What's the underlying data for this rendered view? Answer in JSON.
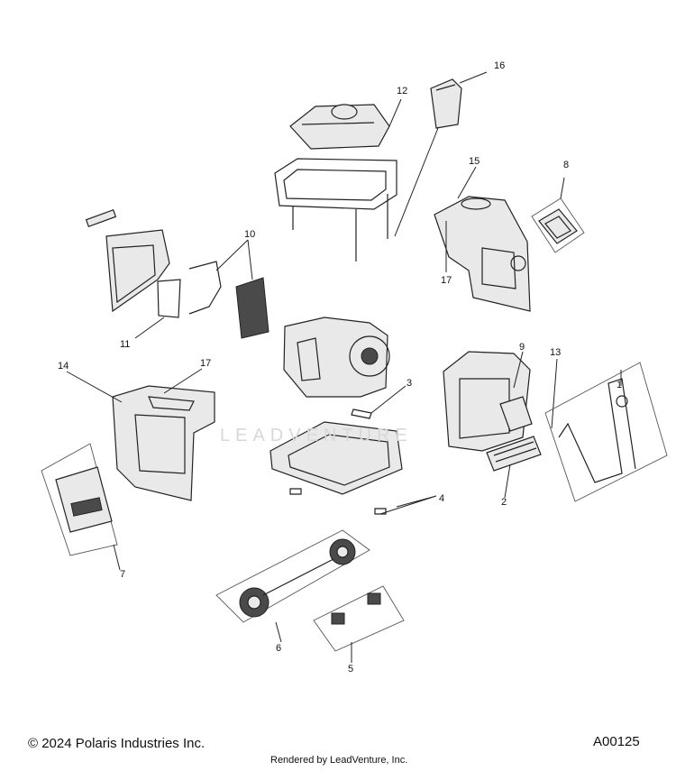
{
  "footer": {
    "copyright": "© 2024 Polaris Industries Inc.",
    "figure_code": "A00125",
    "rendered_by": "Rendered by LeadVenture, Inc."
  },
  "watermark": "LEADVENTURE",
  "callouts": {
    "c1": "1",
    "c2": "2",
    "c3": "3",
    "c4": "4",
    "c5": "5",
    "c6": "6",
    "c7": "7",
    "c8": "8",
    "c9": "9",
    "c10": "10",
    "c11": "11",
    "c12": "12",
    "c13": "13",
    "c14": "14",
    "c15": "15",
    "c16": "16",
    "c17a": "17",
    "c17b": "17"
  }
}
